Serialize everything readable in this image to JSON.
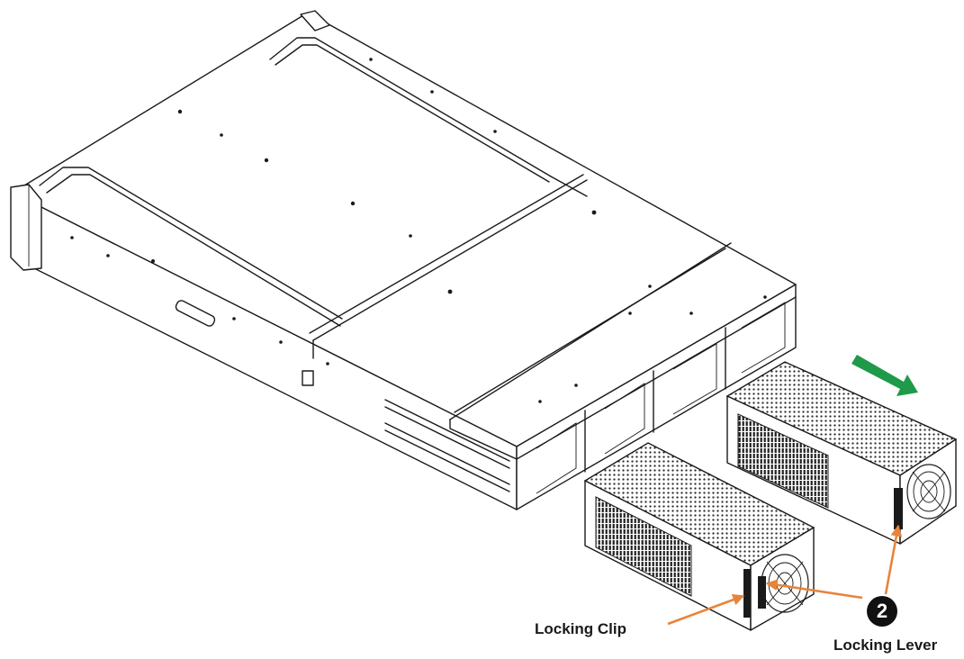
{
  "labels": {
    "locking_clip": "Locking Clip",
    "locking_lever": "Locking Lever",
    "step_number": "2"
  },
  "colors": {
    "callout_arrow": "#E8843A",
    "direction_arrow": "#1E9A4A",
    "line": "#1a1a1a",
    "badge": "#111111"
  },
  "icons": {
    "step_badge": "numbered-circle-icon",
    "direction": "arrow-right-down-icon"
  }
}
